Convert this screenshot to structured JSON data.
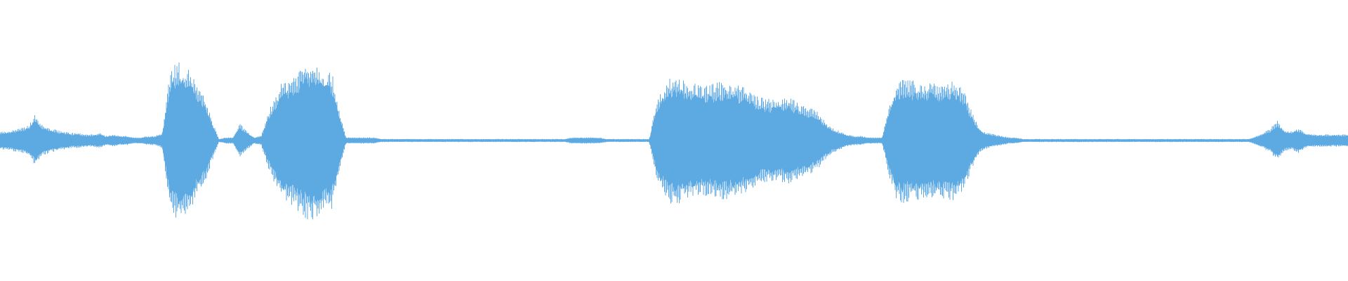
{
  "waveform": {
    "color": "#5daae3",
    "background": "#ffffff",
    "envelope": [
      0.06,
      0.06,
      0.07,
      0.08,
      0.1,
      0.17,
      0.1,
      0.08,
      0.07,
      0.06,
      0.05,
      0.05,
      0.04,
      0.04,
      0.05,
      0.03,
      0.04,
      0.03,
      0.03,
      0.02,
      0.02,
      0.03,
      0.03,
      0.05,
      0.44,
      0.52,
      0.48,
      0.46,
      0.35,
      0.28,
      0.14,
      0.01,
      0.02,
      0.02,
      0.11,
      0.06,
      0.02,
      0.03,
      0.18,
      0.3,
      0.38,
      0.41,
      0.45,
      0.5,
      0.52,
      0.5,
      0.45,
      0.45,
      0.22,
      0.02,
      0.02,
      0.02,
      0.02,
      0.02,
      0.01,
      0.01,
      0.01,
      0.01,
      0.01,
      0.01,
      0.01,
      0.01,
      0.01,
      0.01,
      0.01,
      0.01,
      0.01,
      0.01,
      0.01,
      0.01,
      0.01,
      0.01,
      0.01,
      0.01,
      0.01,
      0.01,
      0.01,
      0.01,
      0.01,
      0.01,
      0.01,
      0.02,
      0.02,
      0.02,
      0.02,
      0.02,
      0.01,
      0.01,
      0.01,
      0.01,
      0.01,
      0.01,
      0.01,
      0.25,
      0.35,
      0.41,
      0.42,
      0.39,
      0.38,
      0.36,
      0.36,
      0.37,
      0.38,
      0.38,
      0.38,
      0.36,
      0.33,
      0.3,
      0.28,
      0.27,
      0.27,
      0.27,
      0.28,
      0.25,
      0.23,
      0.21,
      0.18,
      0.12,
      0.08,
      0.06,
      0.04,
      0.03,
      0.03,
      0.02,
      0.02,
      0.02,
      0.24,
      0.38,
      0.41,
      0.39,
      0.39,
      0.38,
      0.39,
      0.38,
      0.38,
      0.39,
      0.36,
      0.28,
      0.15,
      0.07,
      0.05,
      0.04,
      0.03,
      0.02,
      0.02,
      0.01,
      0.01,
      0.01,
      0.01,
      0.01,
      0.01,
      0.01,
      0.01,
      0.01,
      0.01,
      0.01,
      0.01,
      0.01,
      0.01,
      0.01,
      0.01,
      0.01,
      0.01,
      0.01,
      0.01,
      0.01,
      0.01,
      0.01,
      0.01,
      0.01,
      0.01,
      0.01,
      0.01,
      0.01,
      0.01,
      0.01,
      0.01,
      0.01,
      0.03,
      0.05,
      0.08,
      0.13,
      0.07,
      0.06,
      0.08,
      0.05,
      0.04,
      0.04,
      0.04,
      0.04,
      0.04,
      0.04
    ]
  }
}
